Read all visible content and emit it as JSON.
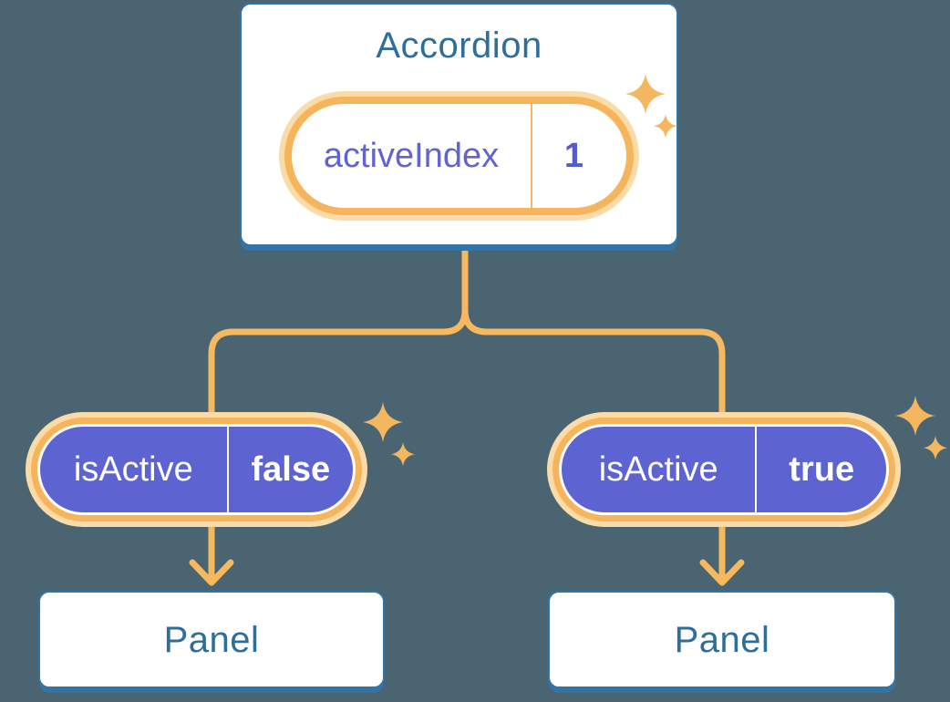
{
  "diagram": {
    "accordion": {
      "title": "Accordion",
      "state": {
        "name": "activeIndex",
        "value": "1"
      }
    },
    "children": [
      {
        "prop": {
          "name": "isActive",
          "value": "false"
        },
        "panel_label": "Panel"
      },
      {
        "prop": {
          "name": "isActive",
          "value": "true"
        },
        "panel_label": "Panel"
      }
    ]
  },
  "colors": {
    "background": "#4A6571",
    "card_background": "#FFFFFF",
    "card_border": "#3474A4",
    "heading_text": "#2E6E99",
    "state_name_text": "#6063D0",
    "state_value_text": "#565ACC",
    "purple_pill_fill": "#5E63D2",
    "pill_text_on_purple": "#FFFFFF",
    "connector_line": "#F7B95F",
    "pill_ring": "#F6B45C",
    "pill_halo": "#FBDCA8",
    "sparkle": "#F4B65E"
  }
}
